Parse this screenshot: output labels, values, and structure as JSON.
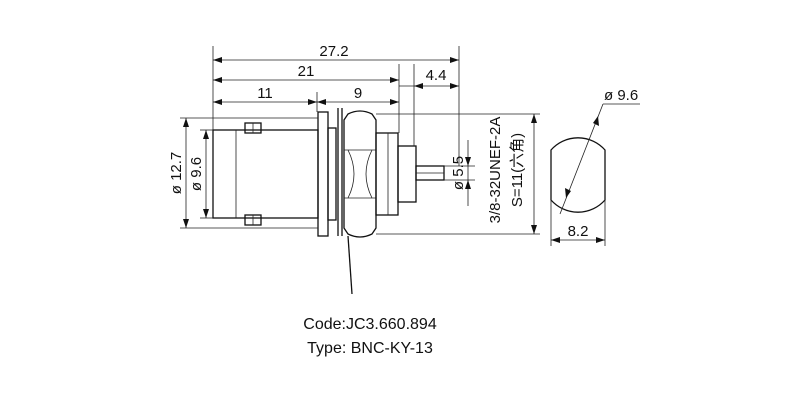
{
  "dimensions": {
    "overall_length": "27.2",
    "length_21": "21",
    "length_11": "11",
    "length_9": "9",
    "length_4_4": "4.4",
    "dia_12_7": "ø 12.7",
    "dia_9_6_body": "ø 9.6",
    "dia_5_5": "ø 5.5",
    "thread": "3/8-32UNEF-2A",
    "hex": "S=11(六角)",
    "dia_9_6_cut": "ø 9.6",
    "flat_8_2": "8.2"
  },
  "caption": {
    "code": "Code:JC3.660.894",
    "type": "Type: BNC-KY-13"
  }
}
